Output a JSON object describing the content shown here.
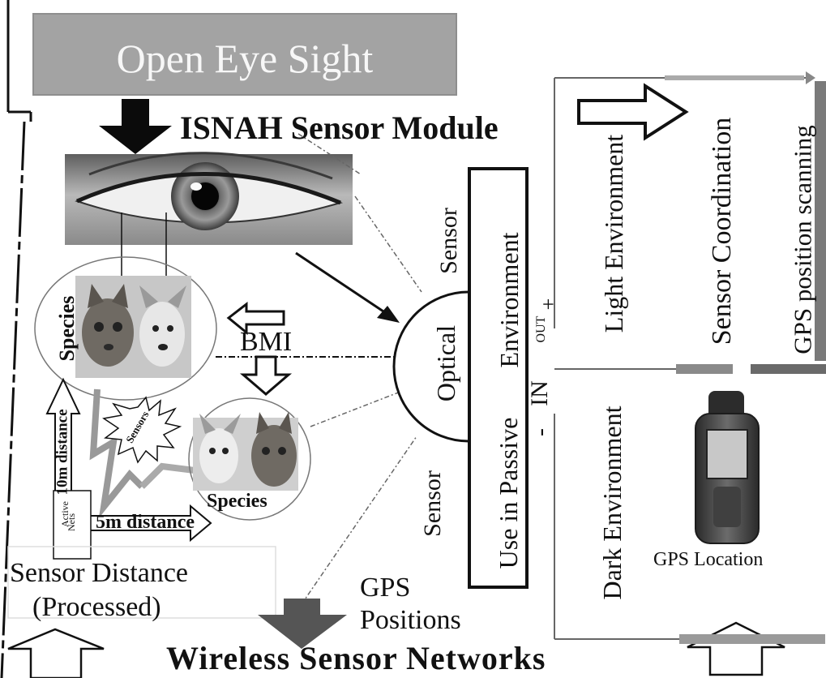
{
  "title": "Open Eye Sight",
  "module_label": "ISNAH Sensor Module",
  "bmi_label": "BMI",
  "species_top": "Species",
  "species_bottom": "Species",
  "sensors_burst": "Sensors",
  "distance_10m": "10m distance",
  "distance_5m": "5m distance",
  "active_nets": [
    "Active",
    "Nets"
  ],
  "sensor_distance": [
    "Sensor Distance",
    "(Processed)"
  ],
  "gps_positions": [
    "GPS",
    "Positions"
  ],
  "footer": "Wireless Sensor Networks",
  "sensor_top": "Sensor",
  "sensor_bottom": "Sensor",
  "optical": "Optical",
  "environment": "Environment",
  "use_in_passive": "Use in Passive",
  "in_label": "IN",
  "out_label": "OUT",
  "plus": "+",
  "minus": "-",
  "light_environment": "Light Environment",
  "dark_environment": "Dark Environment",
  "sensor_coordination": "Sensor Coordination",
  "gps_scanning": "GPS position scanning",
  "gps_location": "GPS Location",
  "colors": {
    "title_box": "#a3a3a3",
    "gps_arrow": "#555555",
    "line": "#111111",
    "bar_right": "#7a7a7a"
  },
  "icons": [
    "down-arrow-icon",
    "hollow-right-arrow-icon",
    "hollow-left-arrow-icon",
    "hollow-down-arrow-icon",
    "hollow-up-arrow-icon",
    "eye-image",
    "cat-dog-image",
    "gps-device-image",
    "burst-icon"
  ]
}
